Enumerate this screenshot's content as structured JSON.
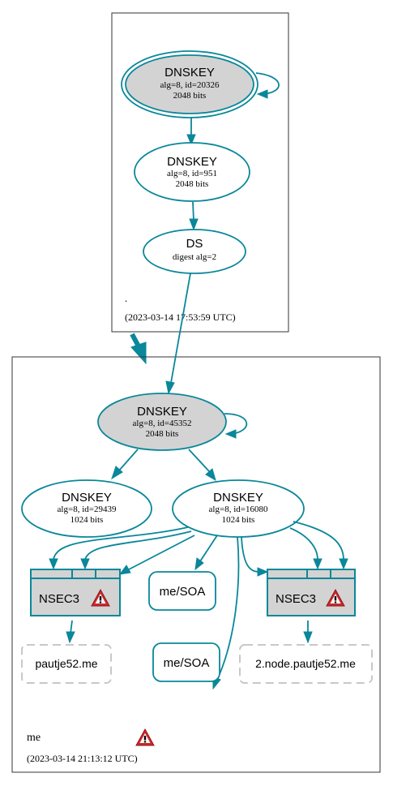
{
  "root_zone": {
    "name": ".",
    "timestamp": "(2023-03-14 17:53:59 UTC)",
    "ksk": {
      "title": "DNSKEY",
      "line1": "alg=8, id=20326",
      "line2": "2048 bits"
    },
    "zsk": {
      "title": "DNSKEY",
      "line1": "alg=8, id=951",
      "line2": "2048 bits"
    },
    "ds": {
      "title": "DS",
      "line1": "digest alg=2"
    }
  },
  "me_zone": {
    "name": "me",
    "timestamp": "(2023-03-14 21:13:12 UTC)",
    "ksk": {
      "title": "DNSKEY",
      "line1": "alg=8, id=45352",
      "line2": "2048 bits"
    },
    "zsk1": {
      "title": "DNSKEY",
      "line1": "alg=8, id=29439",
      "line2": "1024 bits"
    },
    "zsk2": {
      "title": "DNSKEY",
      "line1": "alg=8, id=16080",
      "line2": "1024 bits"
    },
    "nsec3_left": {
      "label": "NSEC3"
    },
    "nsec3_right": {
      "label": "NSEC3"
    },
    "soa_top": {
      "label": "me/SOA"
    },
    "soa_bottom": {
      "label": "me/SOA"
    },
    "nx_left": {
      "label": "pautje52.me"
    },
    "nx_right": {
      "label": "2.node.pautje52.me"
    }
  },
  "colors": {
    "edge": "#0a879a",
    "ksk_fill": "#d3d3d3",
    "nsec3_fill": "#d3d3d3",
    "warning_red": "#d0282d",
    "dashed_border": "#c8c8c8"
  },
  "icons": [
    "warning-icon"
  ]
}
